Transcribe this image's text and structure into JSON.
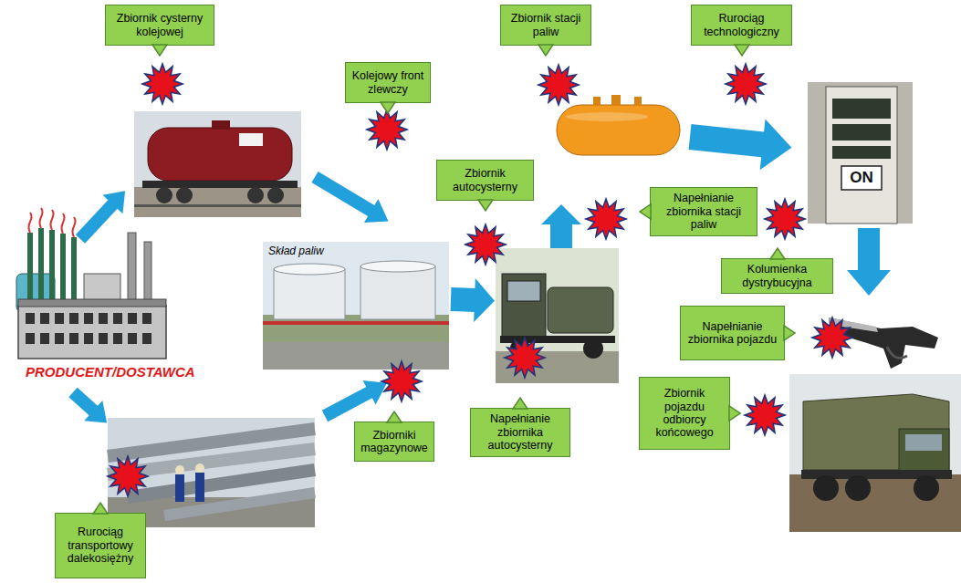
{
  "diagram": {
    "nodes": [
      {
        "text": [
          "Zbiornik cysterny kolejowej"
        ]
      },
      {
        "text": [
          "Zbiornik stacji paliw"
        ]
      },
      {
        "text": [
          "Rurociąg technologiczny"
        ]
      },
      {
        "text": [
          "Kolejowy front zlewczy"
        ]
      },
      {
        "text": [
          "Zbiornik autocysterny"
        ]
      },
      {
        "text": [
          "Napełnianie zbiornika stacji paliw"
        ]
      },
      {
        "text": [
          "Kolumienka dystrybucyjna"
        ]
      },
      {
        "text": [
          "Napełnianie zbiornika pojazdu"
        ]
      },
      {
        "text": [
          "Zbiorniki magazynowe"
        ]
      },
      {
        "text": [
          "Napełnianie zbiornika autocysterny"
        ]
      },
      {
        "text": [
          "Zbiornik pojazdu odbiorcy końcowego"
        ]
      },
      {
        "text": [
          "Rurociąg transportowy dalekosiężny"
        ]
      }
    ],
    "labels": [
      "Skład paliw",
      "PRODUCENT/DOSTAWCA",
      "ON"
    ]
  }
}
